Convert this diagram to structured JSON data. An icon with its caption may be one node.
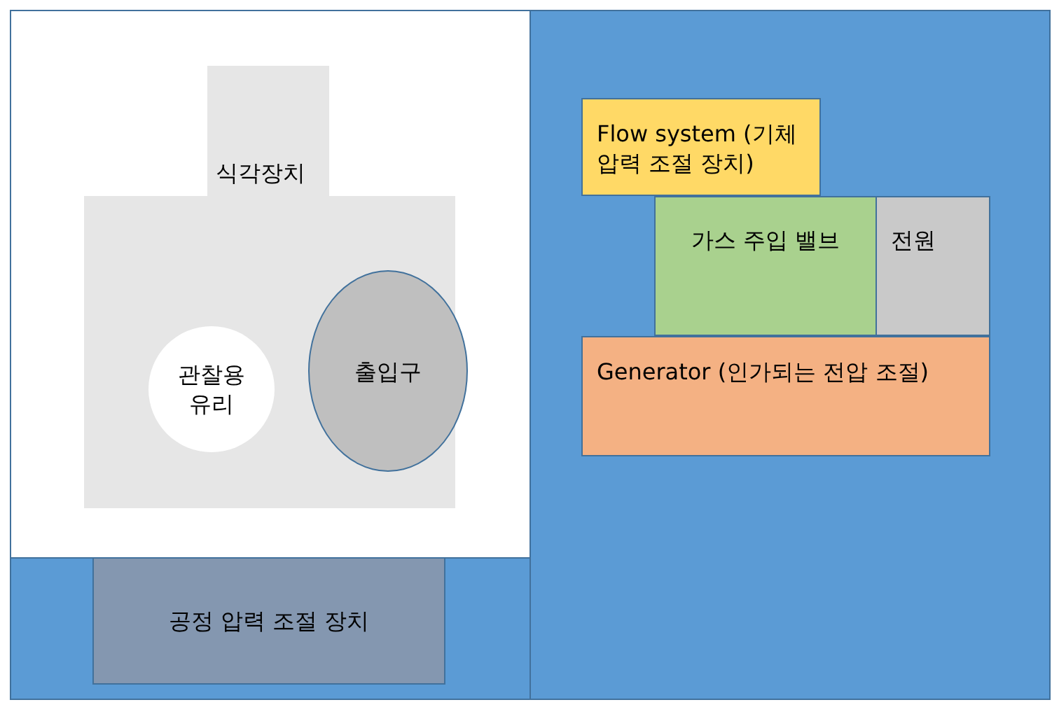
{
  "diagram": {
    "nodes": [
      {
        "text": [
          "식각장치"
        ]
      },
      {
        "text": [
          "관찰용 유리"
        ],
        "in": 0
      },
      {
        "text": [
          "출입구"
        ],
        "in": 0
      },
      {
        "text": [
          "공정 압력 조절 장치"
        ]
      },
      {
        "text": [
          "Flow system (기체 압력 조절 장치)"
        ]
      },
      {
        "text": [
          "가스 주입 밸브"
        ]
      },
      {
        "text": [
          "전원"
        ]
      },
      {
        "text": [
          "Generator (인가되는 전압 조절)"
        ]
      }
    ],
    "edges": []
  }
}
